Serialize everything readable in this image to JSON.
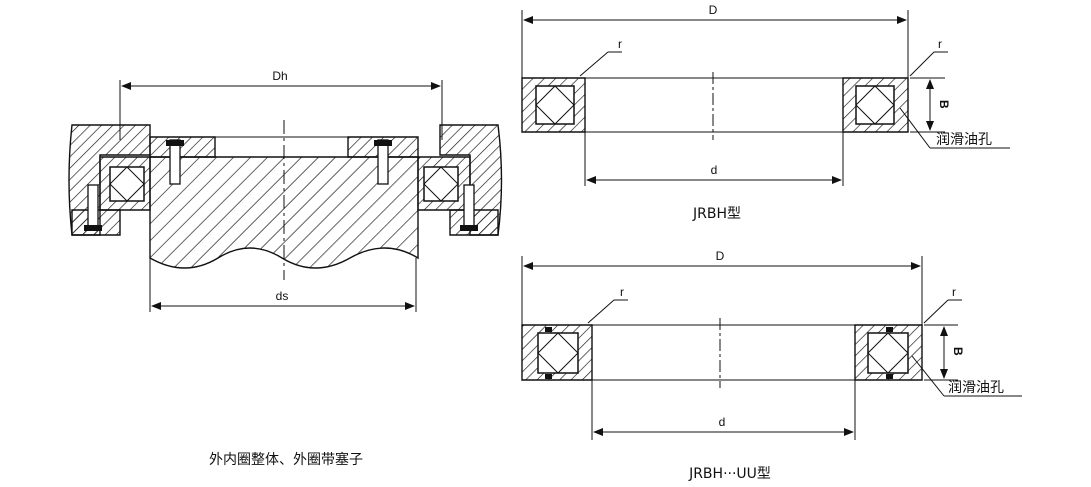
{
  "left_diagram": {
    "dim_top": "Dh",
    "dim_bottom": "ds",
    "caption": "外内圈整体、外圈带塞子"
  },
  "right_top_diagram": {
    "dim_outer": "D",
    "dim_inner": "d",
    "dim_width": "B",
    "radius_left": "r",
    "radius_right": "r",
    "lube_hole": "润滑油孔",
    "caption": "JRBH型"
  },
  "right_bottom_diagram": {
    "dim_outer": "D",
    "dim_inner": "d",
    "dim_width": "B",
    "radius_left": "r",
    "radius_right": "r",
    "lube_hole": "润滑油孔",
    "caption": "JRBH···UU型"
  }
}
